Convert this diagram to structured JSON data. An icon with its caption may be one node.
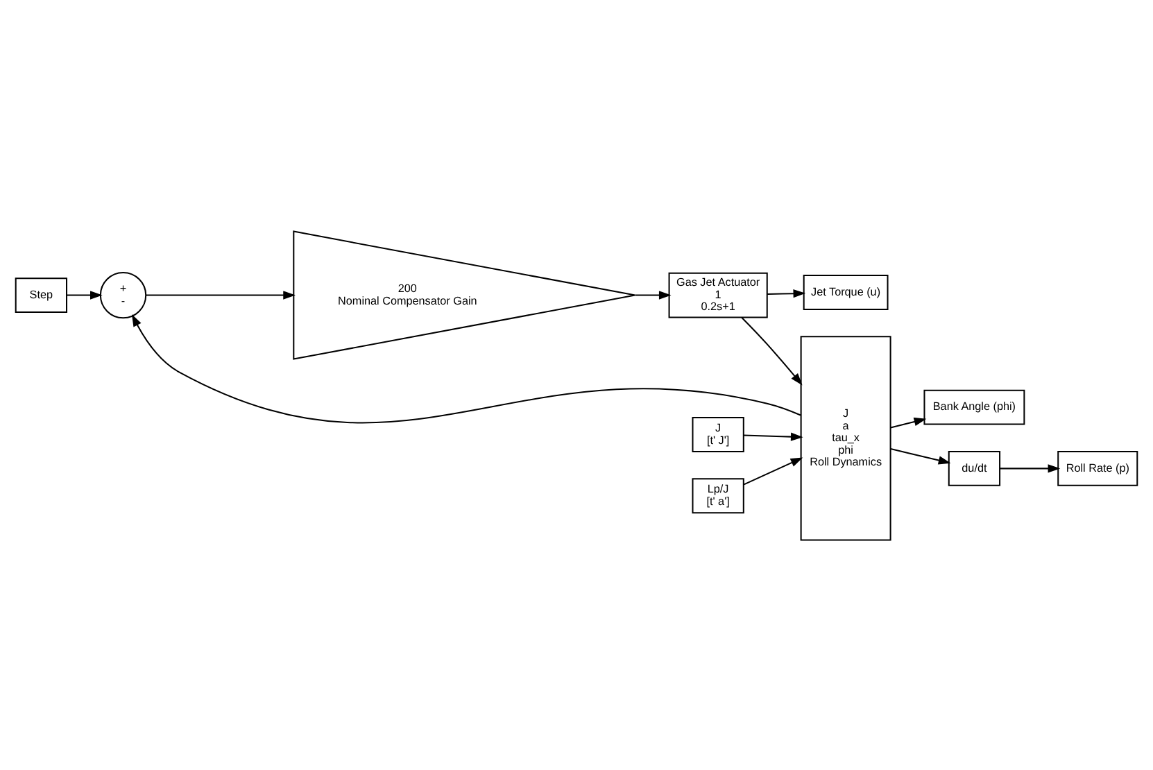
{
  "diagram": {
    "nodes": [
      {
        "text": [
          "Step"
        ]
      },
      {
        "text": [
          "+",
          "-"
        ]
      },
      {
        "text": [
          "200",
          "Nominal Compensator Gain"
        ]
      },
      {
        "text": [
          "Gas Jet Actuator",
          "1",
          "0.2s+1"
        ]
      },
      {
        "text": [
          "J",
          "[t' J']"
        ]
      },
      {
        "text": [
          "Lp/J",
          "[t' a']"
        ]
      },
      {
        "text": [
          "J",
          "a",
          "tau_x",
          "phi",
          "Roll Dynamics"
        ]
      },
      {
        "text": [
          "Bank Angle (phi)"
        ]
      },
      {
        "text": [
          "Jet Torque (u)"
        ]
      },
      {
        "text": [
          "du/dt"
        ]
      },
      {
        "text": [
          "Roll Rate (p)"
        ]
      }
    ],
    "edges": [
      {
        "from": 0,
        "to": 1,
        "arrow": "to"
      },
      {
        "from": 1,
        "to": 2,
        "arrow": "to"
      },
      {
        "from": 2,
        "to": 3,
        "arrow": "to"
      },
      {
        "from": 4,
        "to": 6,
        "arrow": "to"
      },
      {
        "from": 5,
        "to": 6,
        "arrow": "to"
      },
      {
        "from": 3,
        "to": 6,
        "arrow": "to"
      },
      {
        "from": 3,
        "to": 8,
        "arrow": "to"
      },
      {
        "from": 6,
        "to": 7,
        "arrow": "to"
      },
      {
        "from": 6,
        "to": 9,
        "arrow": "to"
      },
      {
        "from": 9,
        "to": 10,
        "arrow": "to"
      },
      {
        "from": 6,
        "to": 1,
        "arrow": "to"
      }
    ]
  }
}
